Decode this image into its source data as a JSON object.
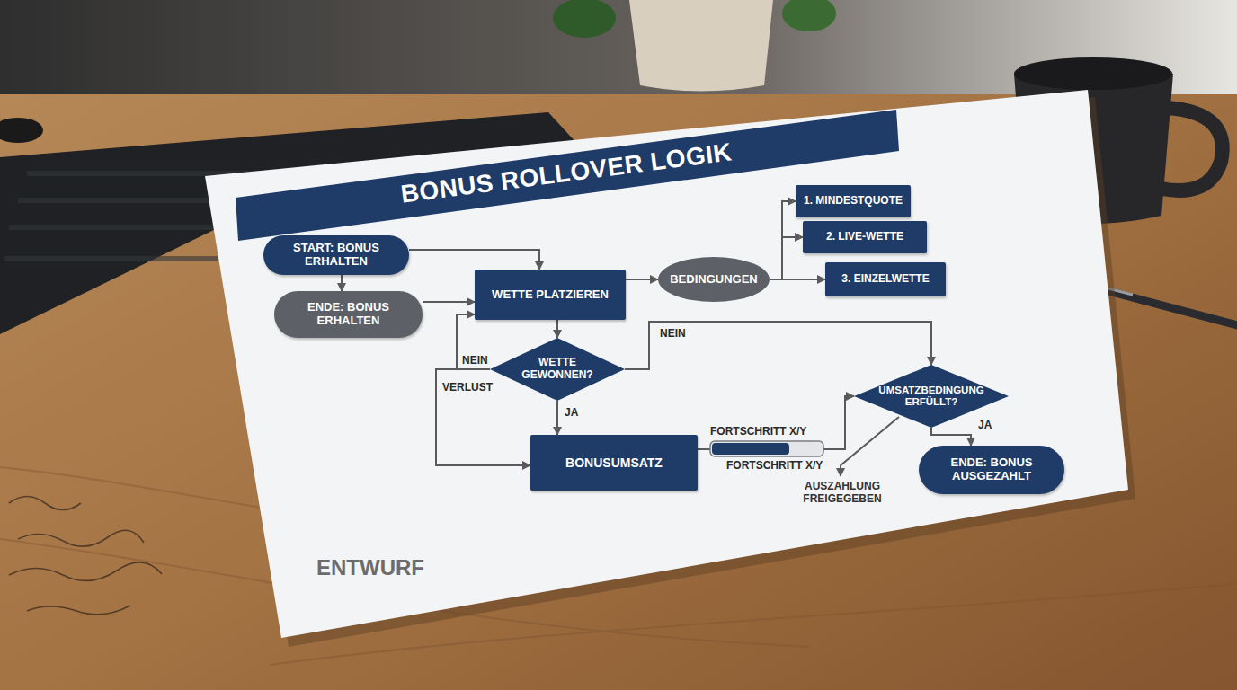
{
  "diagram": {
    "title": "BONUS ROLLOVER LOGIK",
    "nodes": [
      {
        "text": [
          "START: BONUS ERHALTEN"
        ]
      },
      {
        "text": [
          "ENDE: BONUS ERHALTEN"
        ]
      },
      {
        "text": [
          "WETTE PLATZIEREN"
        ]
      },
      {
        "text": [
          "BEDINGUNGEN"
        ]
      },
      {
        "text": [
          "1. MINDESTQUOTE"
        ]
      },
      {
        "text": [
          "2. LIVE-WETTE"
        ]
      },
      {
        "text": [
          "3. EINZELWETTE"
        ]
      },
      {
        "text": [
          "WETTE GEWONNEN?"
        ]
      },
      {
        "text": [
          "BONUSUMSATZ"
        ]
      },
      {
        "text": [
          "UMSATZBEDINGUNG ERFÜLLT?"
        ]
      },
      {
        "text": [
          "ENDE: BONUS AUSGEZAHLT"
        ]
      }
    ],
    "edges": [
      {
        "from": 0,
        "to": 2,
        "arrow": "to"
      },
      {
        "from": 0,
        "to": 1,
        "arrow": "to"
      },
      {
        "from": 1,
        "to": 2,
        "arrow": "to"
      },
      {
        "from": 2,
        "to": 3,
        "arrow": "to"
      },
      {
        "from": 3,
        "to": 4,
        "arrow": "to"
      },
      {
        "from": 3,
        "to": 5,
        "arrow": "to"
      },
      {
        "from": 3,
        "to": 6,
        "arrow": "to"
      },
      {
        "from": 2,
        "to": 7,
        "arrow": "to"
      },
      {
        "from": 7,
        "to": 2,
        "label": "NEIN",
        "arrow": "to"
      },
      {
        "from": 7,
        "to": 8,
        "label": "VERLUST",
        "arrow": "to"
      },
      {
        "from": 7,
        "to": 8,
        "label": "JA",
        "arrow": "to"
      },
      {
        "from": 7,
        "to": 9,
        "label": "NEIN",
        "arrow": "to"
      },
      {
        "from": 8,
        "to": 9,
        "arrow": "to"
      },
      {
        "from": 9,
        "to": 10,
        "label": "JA",
        "arrow": "to"
      }
    ],
    "labels": [
      "FORTSCHRITT X/Y",
      "FORTSCHRITT X/Y",
      "AUSZAHLUNG FREIGEGEBEN",
      "ENTWURF"
    ]
  }
}
